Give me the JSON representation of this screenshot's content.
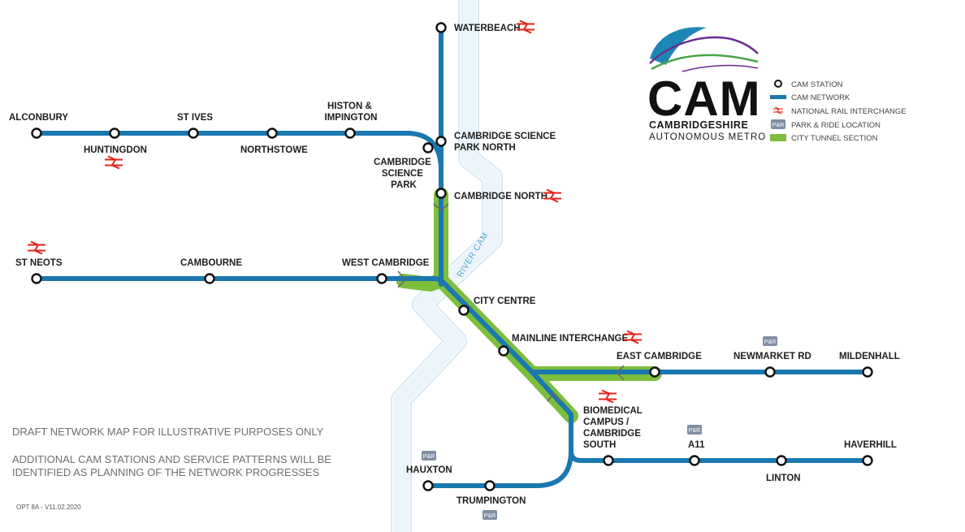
{
  "colors": {
    "network": "#1a78b0",
    "tunnel": "#7dbe3c",
    "river": "#d4e9f4",
    "rail_red": "#e1251b",
    "pr_gray": "#7f8ea3",
    "text": "#1e1e1e"
  },
  "logo": {
    "word": "CAM",
    "sub1": "CAMBRIDGESHIRE",
    "sub2": "AUTONOMOUS METRO"
  },
  "legend": [
    {
      "symbol": "station",
      "label": "CAM STATION"
    },
    {
      "symbol": "network",
      "label": "CAM NETWORK"
    },
    {
      "symbol": "rail",
      "label": "NATIONAL RAIL INTERCHANGE"
    },
    {
      "symbol": "park-ride",
      "label": "PARK & RIDE LOCATION"
    },
    {
      "symbol": "tunnel",
      "label": "CITY TUNNEL SECTION"
    }
  ],
  "river_label": "RIVER CAM",
  "park_ride_text": "P&R",
  "stations": {
    "waterbeach": {
      "lines": [
        "WATERBEACH"
      ]
    },
    "alconbury": {
      "lines": [
        "ALCONBURY"
      ]
    },
    "huntingdon": {
      "lines": [
        "HUNTINGDON"
      ]
    },
    "st_ives": {
      "lines": [
        "ST IVES"
      ]
    },
    "northstowe": {
      "lines": [
        "NORTHSTOWE"
      ]
    },
    "histon": {
      "lines": [
        "HISTON &",
        "IMPINGTON"
      ]
    },
    "cambridge_science_park": {
      "lines": [
        "CAMBRIDGE",
        "SCIENCE",
        "PARK"
      ]
    },
    "science_park_north": {
      "lines": [
        "CAMBRIDGE SCIENCE",
        "PARK NORTH"
      ]
    },
    "cambridge_north": {
      "lines": [
        "CAMBRIDGE NORTH"
      ]
    },
    "st_neots": {
      "lines": [
        "ST NEOTS"
      ]
    },
    "cambourne": {
      "lines": [
        "CAMBOURNE"
      ]
    },
    "west_cambridge": {
      "lines": [
        "WEST CAMBRIDGE"
      ]
    },
    "city_centre": {
      "lines": [
        "CITY CENTRE"
      ]
    },
    "mainline_interchange": {
      "lines": [
        "MAINLINE INTERCHANGE"
      ]
    },
    "east_cambridge": {
      "lines": [
        "EAST CAMBRIDGE"
      ]
    },
    "newmarket_rd": {
      "lines": [
        "NEWMARKET RD"
      ]
    },
    "mildenhall": {
      "lines": [
        "MILDENHALL"
      ]
    },
    "biomedical": {
      "lines": [
        "BIOMEDICAL",
        "CAMPUS /",
        "CAMBRIDGE",
        "SOUTH"
      ]
    },
    "a11": {
      "lines": [
        "A11"
      ]
    },
    "linton": {
      "lines": [
        "LINTON"
      ]
    },
    "haverhill": {
      "lines": [
        "HAVERHILL"
      ]
    },
    "hauxton": {
      "lines": [
        "HAUXTON"
      ]
    },
    "trumpington": {
      "lines": [
        "TRUMPINGTON"
      ]
    }
  },
  "notes": {
    "draft": "DRAFT NETWORK MAP FOR ILLUSTRATIVE PURPOSES ONLY",
    "additional_1": "ADDITIONAL CAM STATIONS AND SERVICE PATTERNS WILL BE",
    "additional_2": "IDENTIFIED AS PLANNING OF THE NETWORK PROGRESSES"
  },
  "version": "OPT 8A - V11.02.2020"
}
